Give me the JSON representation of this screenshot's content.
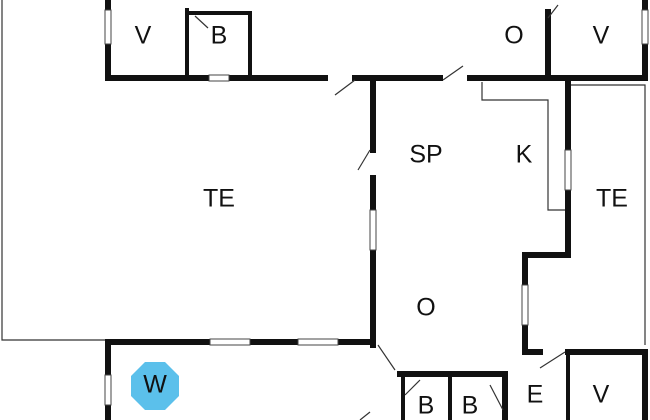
{
  "rooms": {
    "v_top_left": "V",
    "b_top_left": "B",
    "o_top": "O",
    "v_top_right": "V",
    "te_left": "TE",
    "sp": "SP",
    "k": "K",
    "te_right": "TE",
    "o_center": "O",
    "w": "W",
    "b_bottom_1": "B",
    "b_bottom_2": "B",
    "e": "E",
    "v_bottom_right": "V"
  },
  "colors": {
    "wall": "#111111",
    "w_marker": "#5bc0eb"
  },
  "icons": {
    "w_marker": "octagon-icon"
  }
}
